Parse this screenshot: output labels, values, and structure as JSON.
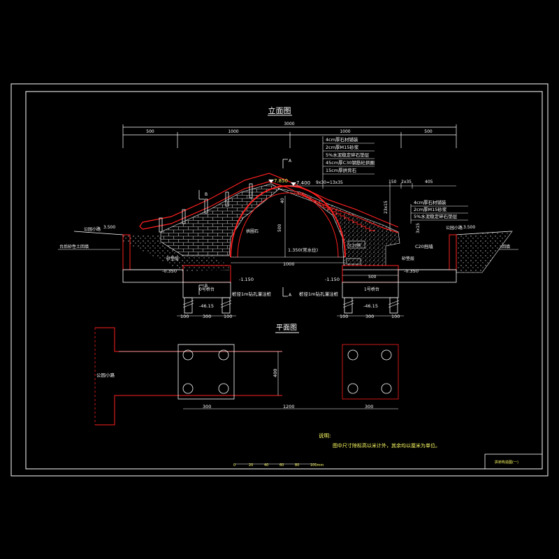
{
  "titles": {
    "elevation": "立面图",
    "plan": "平面图"
  },
  "dims_top": {
    "total": "3000",
    "seg1": "500",
    "seg2": "1000",
    "seg3": "1000",
    "seg4": "500"
  },
  "layers": [
    "4cm厚石材铺装",
    "2cm厚M15砂浆",
    "5%水泥稳定碎石垫层",
    "45cm厚C30钢筋砼拱圈",
    "15cm厚拱背石"
  ],
  "right_layers": [
    "4cm厚石材铺装",
    "2cm厚M15砂浆",
    "5%水泥稳定碎石垫层"
  ],
  "elevations": {
    "crown": "7.850",
    "deck": "7.400",
    "left_ground": "3.500",
    "right_ground": "3.500",
    "arch_foot": "1.350(常水位)",
    "left_base": "-0.350",
    "right_base": "-0.350",
    "left_bottom": "-1.150",
    "right_bottom": "-1.150",
    "left_pile": "-46.15",
    "right_pile": "-46.15"
  },
  "step_labels": {
    "steps": "9x30=13x35",
    "step_w": "150",
    "step_s": "2x35",
    "right_w": "405",
    "rise": "23x15",
    "small": "3x15",
    "h40": "40",
    "h500": "500"
  },
  "labels": {
    "left_path": "公园小路",
    "right_path": "公园小路",
    "left_fill": "台后砂性土回填",
    "right_fill": "台后砂性土回填",
    "arch_ring": "拱圈石",
    "retaining": "C20挡墙",
    "c20_cap": "C20挡",
    "abutment0": "0号桥台",
    "abutment1": "1号桥台",
    "pile_left": "桩径1m钻孔灌注桩",
    "pile_right": "桩径1m钻孔灌注桩",
    "left_cushion": "砂垫层",
    "right_cushion": "砂垫层",
    "span": "1000",
    "base_w": "500",
    "section_a_top": "A",
    "section_a_bottom": "A",
    "section_b_left": "B",
    "section_b_right": "B",
    "plan_path": "公园小路",
    "plan_h": "400",
    "plan_w1": "300",
    "plan_w2": "1200",
    "plan_w3": "300"
  },
  "pile_dims_left": [
    "100",
    "300",
    "100"
  ],
  "pile_dims_right": [
    "100",
    "300",
    "100"
  ],
  "notes": {
    "title": "说明:",
    "body": "图中尺寸除标高以米计外，其余均以厘米为单位。"
  },
  "scale": [
    "0",
    "20",
    "40",
    "60",
    "80",
    "100mm"
  ],
  "titleblock": "拱桥构造图(一)"
}
